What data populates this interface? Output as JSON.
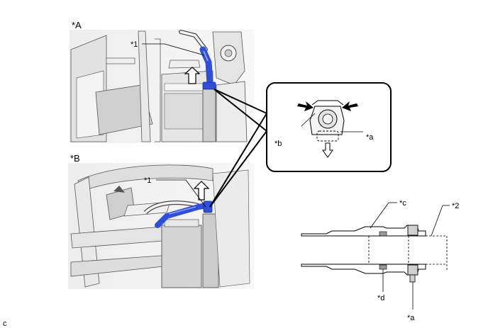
{
  "panels": {
    "a": {
      "label": "*A",
      "callout_1": "*1"
    },
    "b": {
      "label": "*B",
      "callout_1": "*1"
    }
  },
  "inset": {
    "label_a": "*a",
    "label_b": "*b"
  },
  "section": {
    "label_c": "*c",
    "label_2": "*2",
    "label_d": "*d",
    "label_a": "*a"
  },
  "corner_code": "c",
  "colors": {
    "hose_blue": "#2f4fd8",
    "line": "#000000",
    "photo_gray": "#d9d9d9"
  }
}
